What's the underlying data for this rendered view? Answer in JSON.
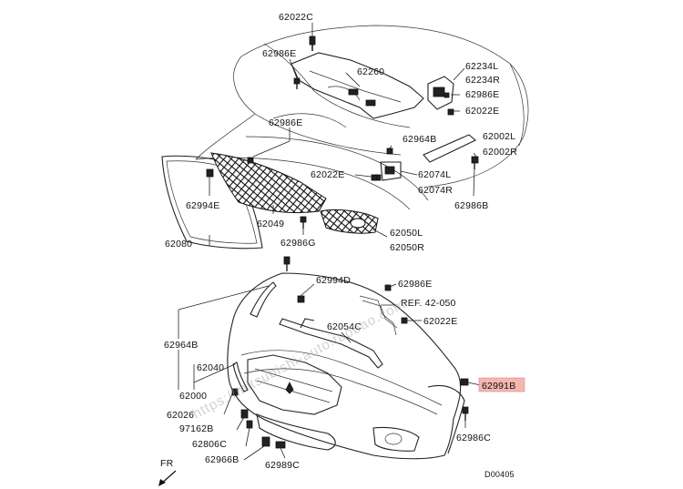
{
  "diagram": {
    "drawing_code": "D00405",
    "direction_marker": "FR",
    "highlight_color": "#f4b6b0",
    "callouts": {
      "c62022C": "62022C",
      "c62986E_top": "62986E",
      "c62260": "62260",
      "c62234L": "62234L",
      "c62234R": "62234R",
      "c62986E_right": "62986E",
      "c62022E_right": "62022E",
      "c62986E_mid": "62986E",
      "c62964B_top": "62964B",
      "c62002L": "62002L",
      "c62002R": "62002R",
      "c62022E_mid": "62022E",
      "c62074L": "62074L",
      "c62074R": "62074R",
      "c62994E": "62994E",
      "c62986B": "62986B",
      "c62080": "62080",
      "c62049": "62049",
      "c62986G": "62986G",
      "c62050L": "62050L",
      "c62050R": "62050R",
      "c62994D": "62994D",
      "c62986E_lower": "62986E",
      "cREF": "REF. 42-050",
      "c62022E_lower": "62022E",
      "c62054C": "62054C",
      "c62964B_left": "62964B",
      "c62040": "62040",
      "c62000": "62000",
      "c62026": "62026",
      "c97162B": "97162B",
      "c62806C": "62806C",
      "c62966B": "62966B",
      "c62989C": "62989C",
      "c62991B": "62991B",
      "c62986C": "62986C"
    },
    "watermark": "https://mitsubishi-auto.taobao.com"
  }
}
